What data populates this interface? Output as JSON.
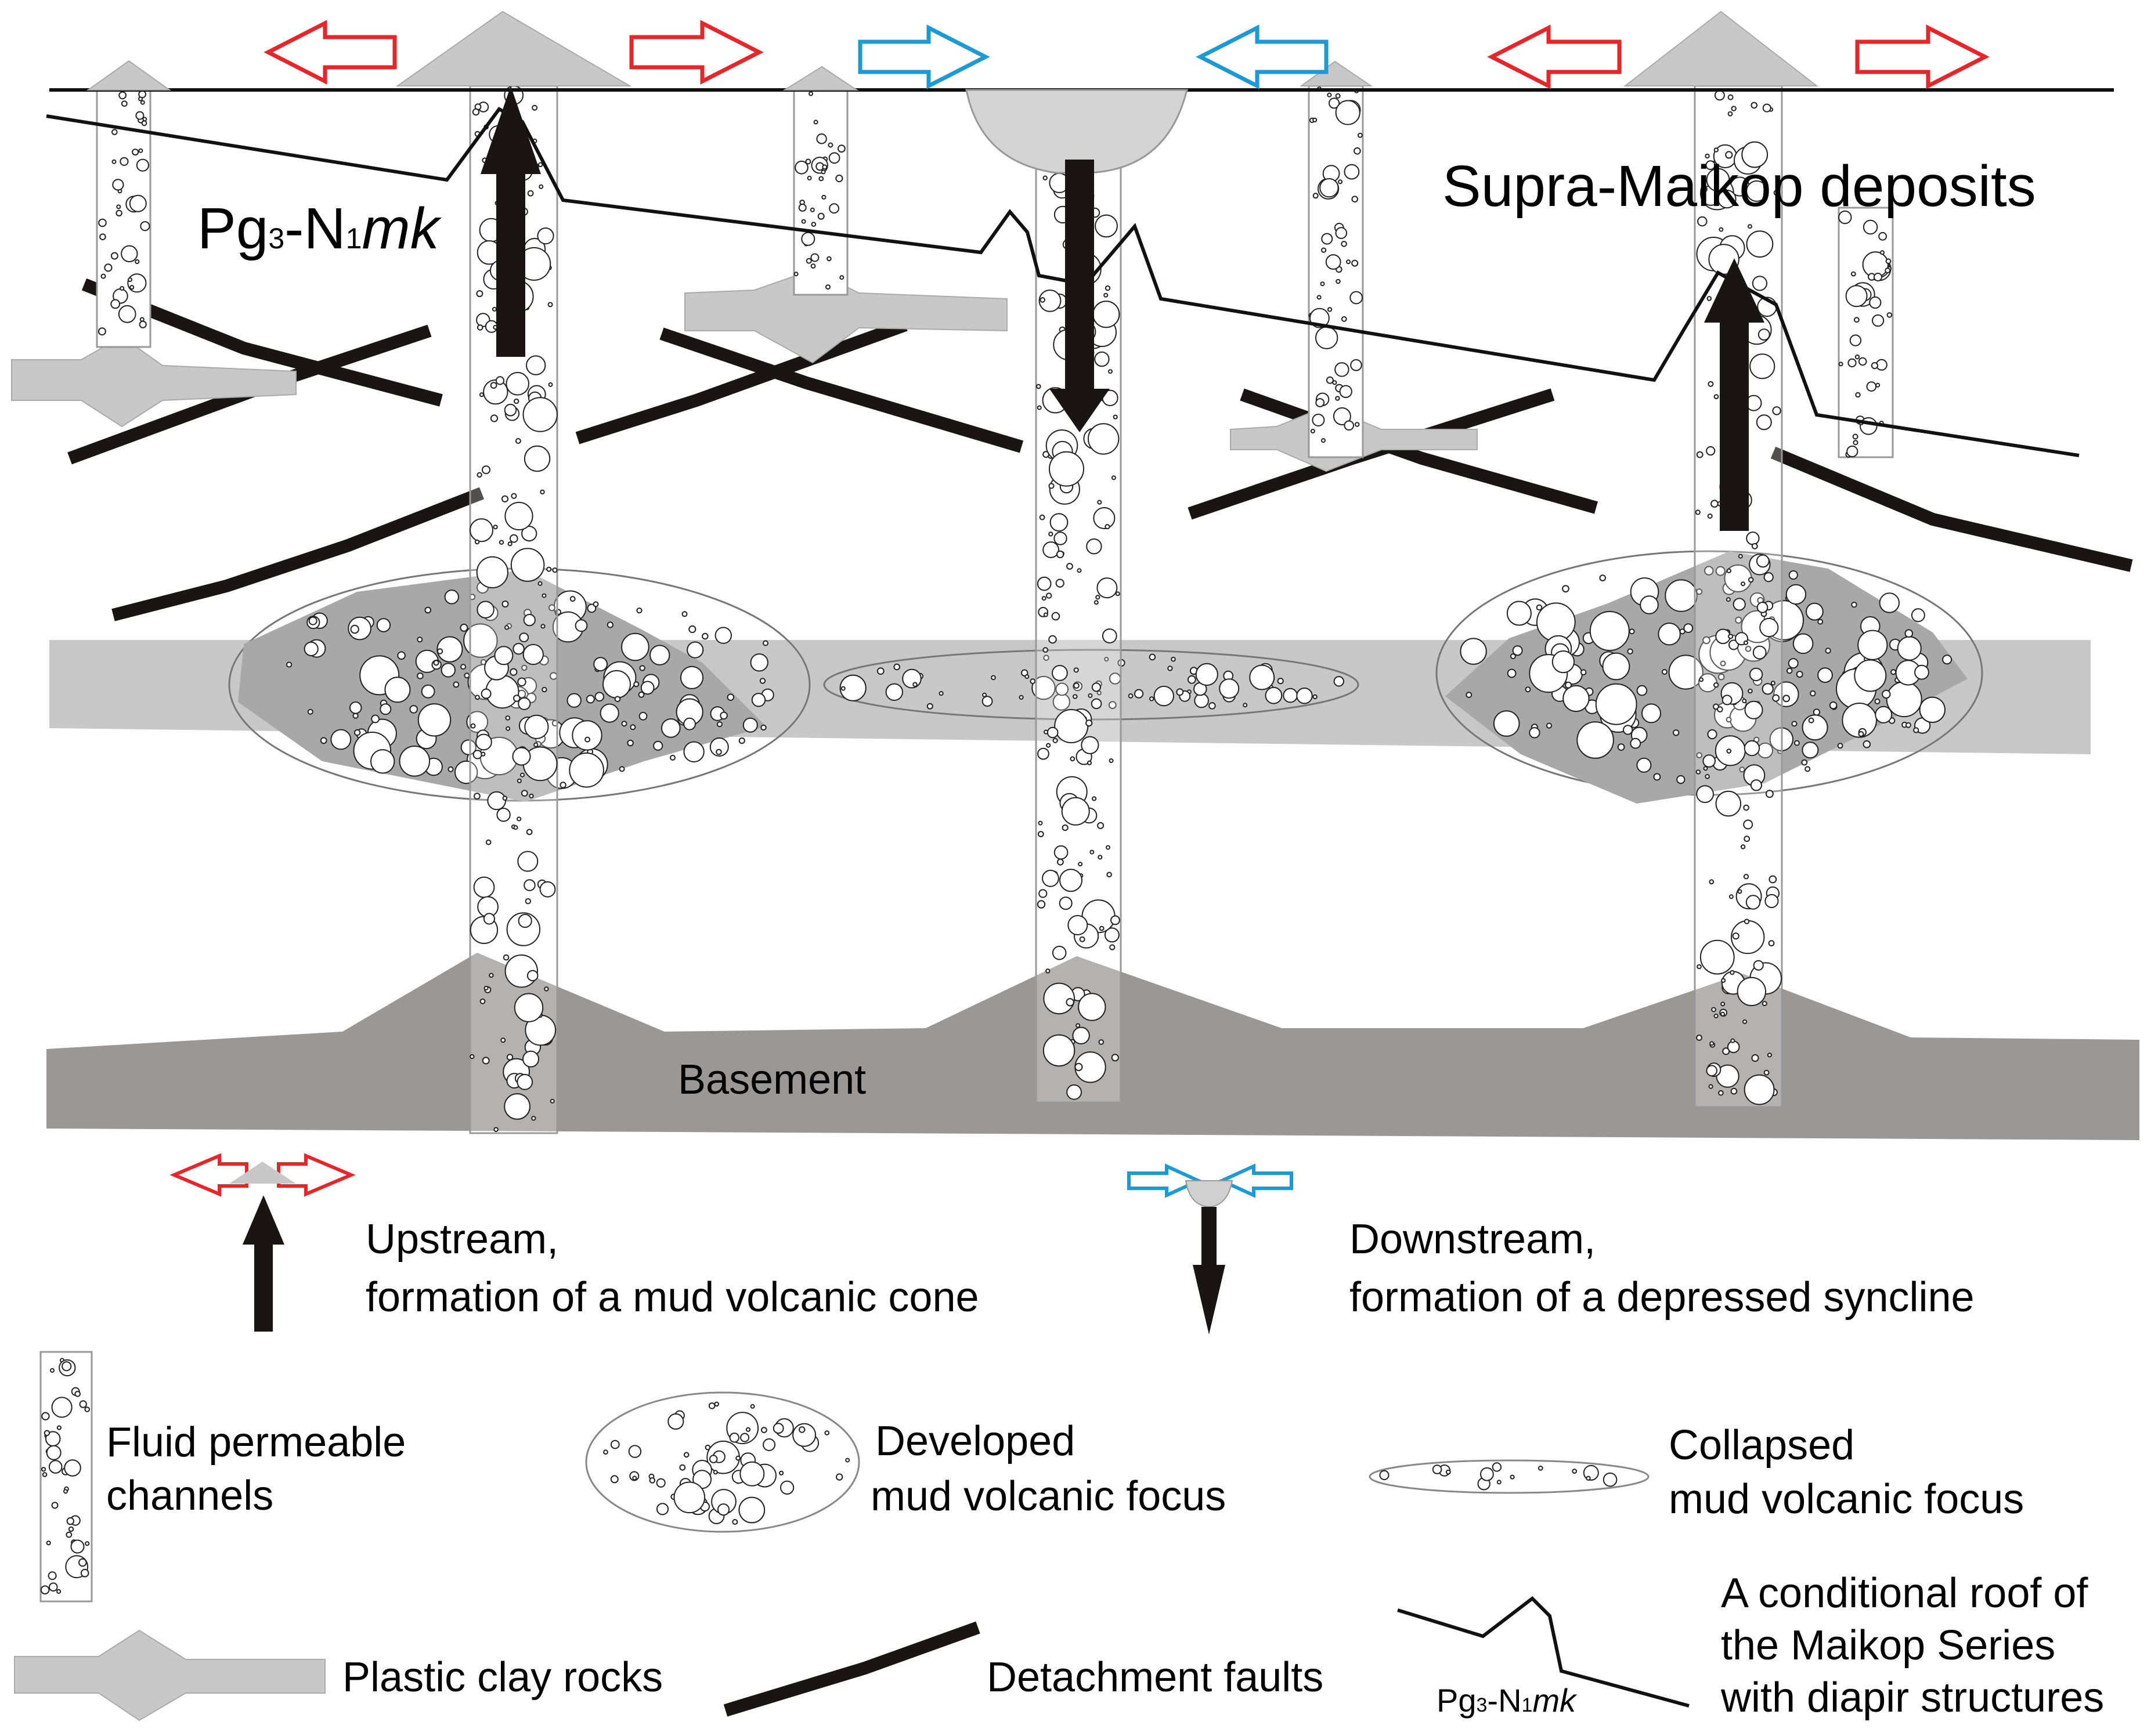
{
  "labels": {
    "supra_maikop": "Supra-Maikop deposits",
    "pg_main": "Pg",
    "pg_main_sub1": "3",
    "pg_main_mid": "-N",
    "pg_main_sub2": "1",
    "pg_main_ital": "mk",
    "basement": "Basement"
  },
  "legend": {
    "upstream_line1": "Upstream,",
    "upstream_line2": "formation of a mud volcanic cone",
    "downstream_line1": "Downstream,",
    "downstream_line2": "formation of a depressed syncline",
    "channels_line1": "Fluid permeable",
    "channels_line2": "channels",
    "developed_line1": "Developed",
    "developed_line2": "mud volcanic  focus",
    "collapsed_line1": "Collapsed",
    "collapsed_line2": "mud volcanic focus",
    "plastic_clay": "Plastic clay rocks",
    "detachment": "Detachment faults",
    "roof_line1": "A conditional roof of",
    "roof_line2": "the Maikop Series",
    "roof_line3": "with diapir structures",
    "roof_pg": "Pg",
    "roof_pg_sub1": "3",
    "roof_pg_mid": "-N",
    "roof_pg_sub2": "1",
    "roof_pg_ital": "mk"
  },
  "colors": {
    "extension_arrow": "#e8262a",
    "compression_arrow": "#1c9ad6",
    "clay": "#c8c8c8",
    "focus_fill": "#a8a8a8",
    "basement": "#9b9794",
    "fault": "#1a1414",
    "flow_arrow": "#1a1414"
  }
}
